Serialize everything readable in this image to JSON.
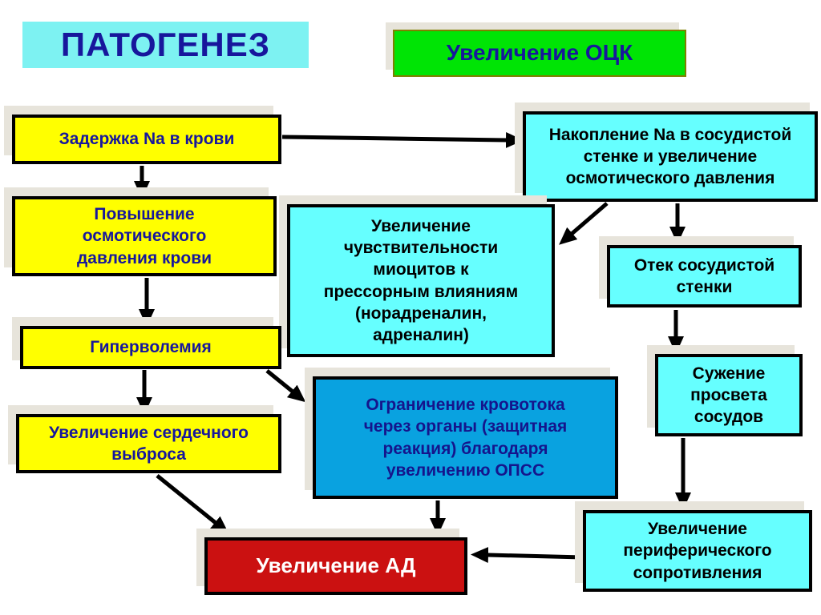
{
  "title": {
    "label": "ПАТОГЕНЕЗ"
  },
  "badge": {
    "label": "Увеличение ОЦК"
  },
  "nodes": {
    "zaderzhka": {
      "label": "Задержка Na в крови"
    },
    "nakoplenie": {
      "label": "Накопление Na в сосудистой\nстенке и увеличение\nосмотического давления"
    },
    "povyshenie": {
      "label": "Повышение\nосмотического\nдавления крови"
    },
    "chuvstvitelnost": {
      "label": "Увеличение\nчувствительности\nмиоцитов к\nпрессорным влияниям\n(норадреналин,\nадреналин)"
    },
    "otek": {
      "label": "Отек сосудистой\nстенки"
    },
    "gipervolemia": {
      "label": "Гиперволемия"
    },
    "suzhenie": {
      "label": "Сужение\nпросвета\nсосудов"
    },
    "ogranichenie": {
      "label": "Ограничение кровотока\nчерез органы (защитная\nреакция) благодаря\nувеличению ОПСС"
    },
    "serdechny_vybros": {
      "label": "Увеличение сердечного\nвыброса"
    },
    "perifericheskoe": {
      "label": "Увеличение\nпериферического\nсопротивления"
    },
    "uvelichenie_ad": {
      "label": "Увеличение АД"
    }
  },
  "colors": {
    "title_bg": "#7df2f2",
    "badge_bg": "#00e405",
    "badge_border": "#7f7f00",
    "node_yellow": "#ffff00",
    "node_cyan": "#66ffff",
    "node_blue": "#09a2e0",
    "node_red": "#cb1111",
    "navy_text": "#17179c",
    "black_text": "#000000",
    "white_text": "#ffffff",
    "shadow": "#e7e4db",
    "arrow": "#000000"
  }
}
